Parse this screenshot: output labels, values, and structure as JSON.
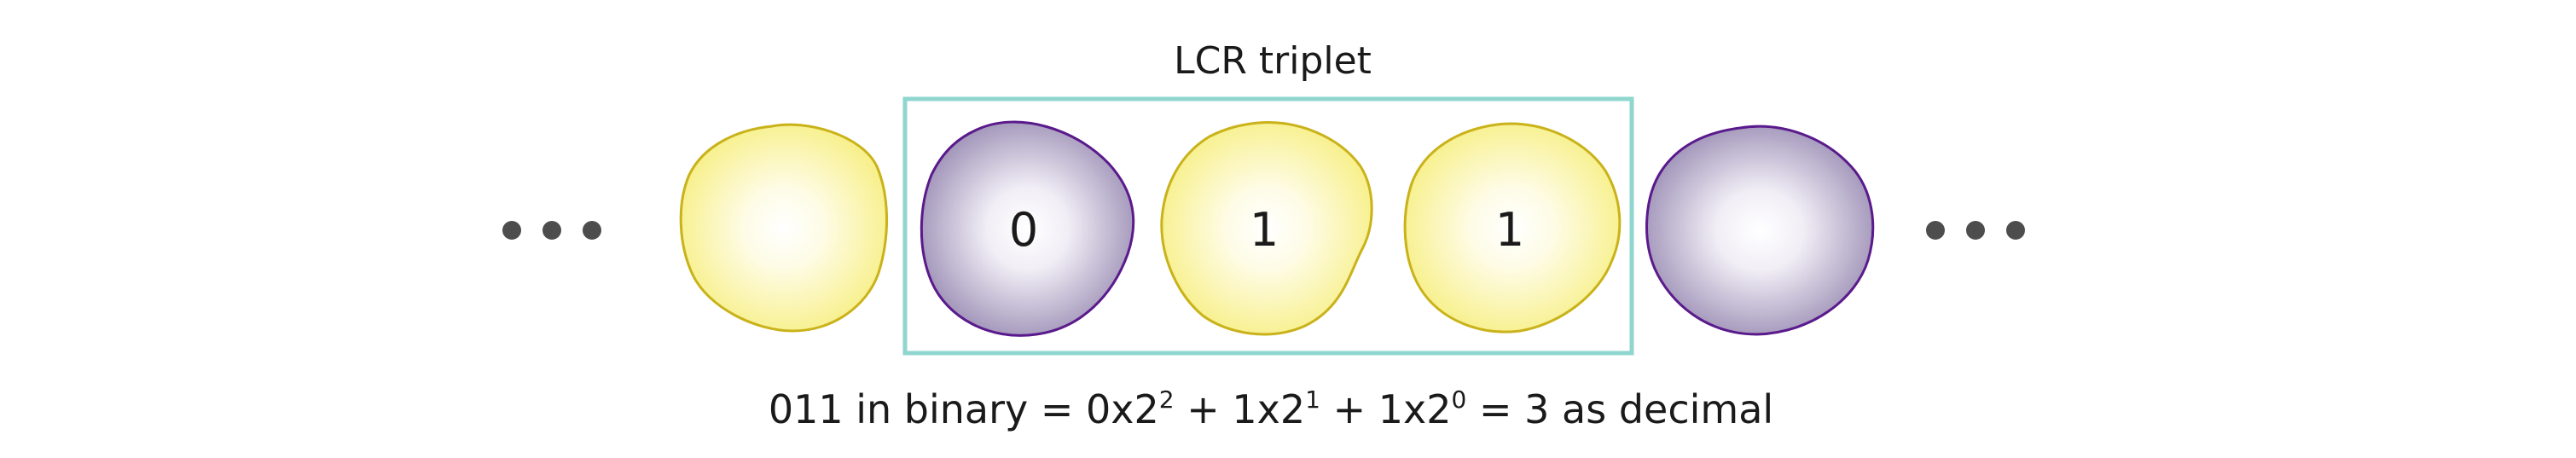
{
  "diagram": {
    "triplet_label": "LCR triplet",
    "ellipsis_left": "•••",
    "ellipsis_right": "•••",
    "cells": [
      {
        "state": "yellow",
        "value": ""
      },
      {
        "state": "purple",
        "value": "0"
      },
      {
        "state": "yellow",
        "value": "1"
      },
      {
        "state": "yellow",
        "value": "1"
      },
      {
        "state": "purple",
        "value": ""
      }
    ],
    "colors": {
      "yellow_edge": "#c9b21a",
      "yellow_fill": "#f7ef86",
      "purple_edge": "#5a1a8c",
      "purple_fill": "#9c8fb5",
      "triplet_box": "#8fd6cf",
      "dots": "#4d4d4d"
    }
  },
  "formula": {
    "part1": "011 in binary = 0x2",
    "exp1": "2",
    "part2": " + 1x2",
    "exp2": "1",
    "part3": " + 1x2",
    "exp3": "0",
    "part4": " = 3 as decimal"
  }
}
